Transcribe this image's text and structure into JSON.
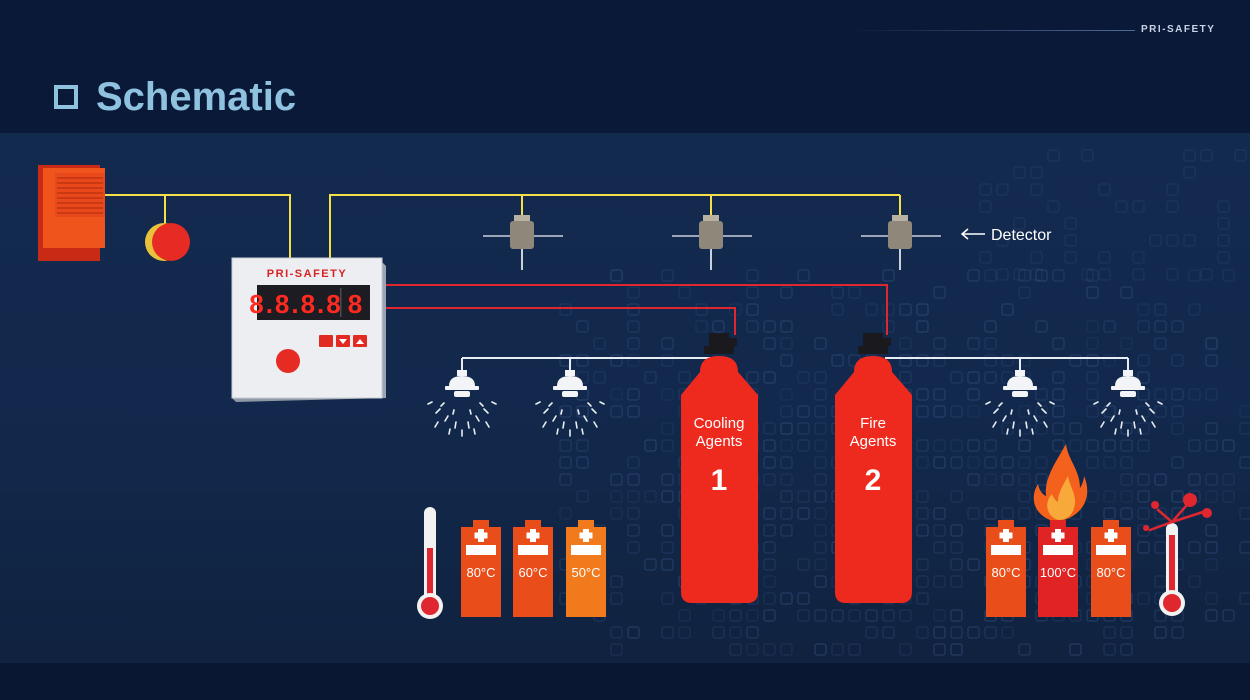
{
  "header": {
    "brand": "PRI-SAFETY",
    "title": "Schematic"
  },
  "panel": {
    "brand": "PRI-SAFETY",
    "display": "8.8.8.8"
  },
  "labels": {
    "detector": "Detector"
  },
  "cylinders": [
    {
      "line1": "Cooling",
      "line2": "Agents",
      "number": "1",
      "color": "#ee2a1f"
    },
    {
      "line1": "Fire",
      "line2": "Agents",
      "number": "2",
      "color": "#ee2a1f"
    }
  ],
  "batteries_left": [
    "80°C",
    "60°C",
    "50°C"
  ],
  "batteries_right": [
    "80°C",
    "100°C",
    "80°C"
  ],
  "colors": {
    "wire_signal": "#f3e04a",
    "wire_power": "#e0262f",
    "pipe": "#e8edf4",
    "accent_title": "#8fc2df",
    "battery_dark": "#e84d1a",
    "battery_mid": "#f07a1c",
    "battery_hot": "#e02424"
  }
}
